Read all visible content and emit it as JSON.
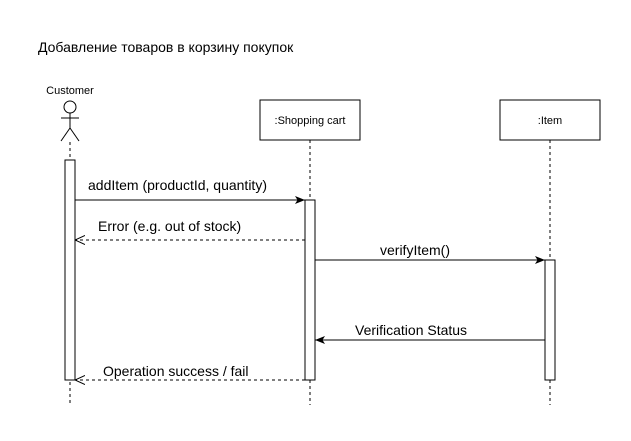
{
  "title": "Добавление товаров в корзину покупок",
  "participants": [
    {
      "id": "customer",
      "label": "Customer",
      "kind": "actor"
    },
    {
      "id": "cart",
      "label": ":Shopping cart",
      "kind": "object"
    },
    {
      "id": "item",
      "label": ":Item",
      "kind": "object"
    }
  ],
  "messages": [
    {
      "label": "addItem (productId, quantity)",
      "from": "customer",
      "to": "cart",
      "style": "sync"
    },
    {
      "label": "Error (e.g. out of stock)",
      "from": "cart",
      "to": "customer",
      "style": "return"
    },
    {
      "label": "verifyItem()",
      "from": "cart",
      "to": "item",
      "style": "sync"
    },
    {
      "label": "Verification Status",
      "from": "item",
      "to": "cart",
      "style": "sync"
    },
    {
      "label": "Operation success / fail",
      "from": "cart",
      "to": "customer",
      "style": "return"
    }
  ],
  "colors": {
    "stroke": "#000000",
    "background": "#ffffff"
  }
}
